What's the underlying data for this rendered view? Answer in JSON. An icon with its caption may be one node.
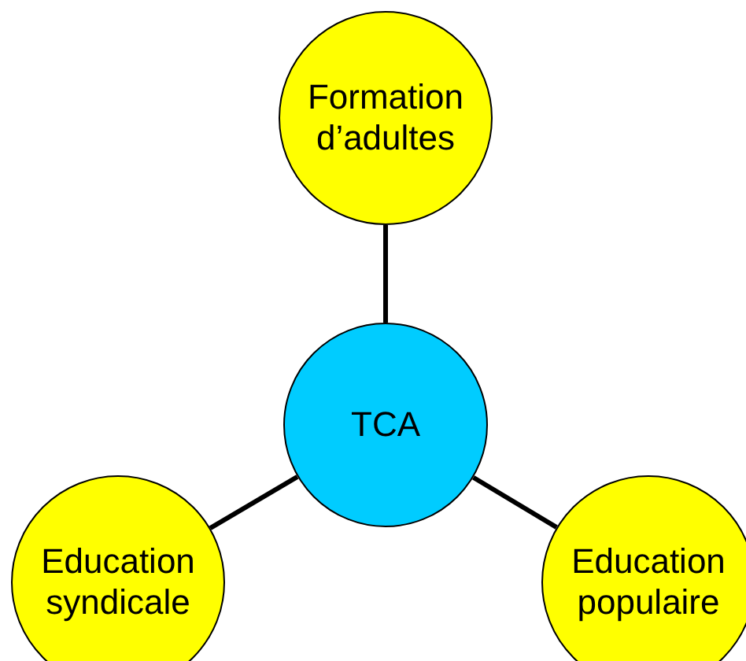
{
  "diagram": {
    "nodes": [
      {
        "text": [
          "Formation d’adultes"
        ]
      },
      {
        "text": [
          "TCA"
        ]
      },
      {
        "text": [
          "Education syndicale"
        ]
      },
      {
        "text": [
          "Education populaire"
        ]
      }
    ],
    "edges": [
      {
        "from": 1,
        "to": 0,
        "arrow": "none"
      },
      {
        "from": 1,
        "to": 2,
        "arrow": "none"
      },
      {
        "from": 1,
        "to": 3,
        "arrow": "none"
      }
    ]
  }
}
